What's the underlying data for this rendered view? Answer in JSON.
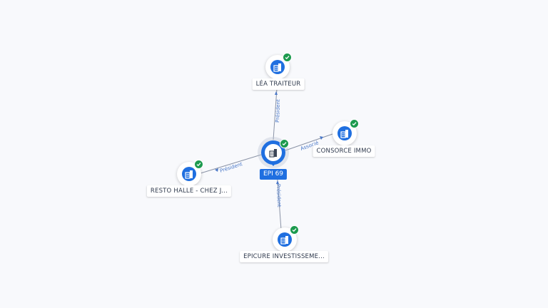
{
  "center": {
    "label": "EPI 69",
    "icon": "building-icon",
    "verified": true
  },
  "nodes": [
    {
      "id": "lea",
      "label": "LÉA TRAITEUR",
      "icon": "building-icon",
      "verified": true,
      "relation": "Président"
    },
    {
      "id": "consorce",
      "label": "CONSORCE IMMO",
      "icon": "building-icon",
      "verified": true,
      "relation": "Associé"
    },
    {
      "id": "resto",
      "label": "RESTO HALLE - CHEZ J...",
      "icon": "building-icon",
      "verified": true,
      "relation": "Président"
    },
    {
      "id": "epicure",
      "label": "EPICURE INVESTISSEME...",
      "icon": "building-icon",
      "verified": true,
      "relation": "Président"
    }
  ],
  "colors": {
    "accent": "#1f6fe0",
    "verified": "#1c9a4e",
    "edge": "#8a93a6",
    "edge_label": "#4a78c8",
    "background": "#f8f9fc"
  }
}
